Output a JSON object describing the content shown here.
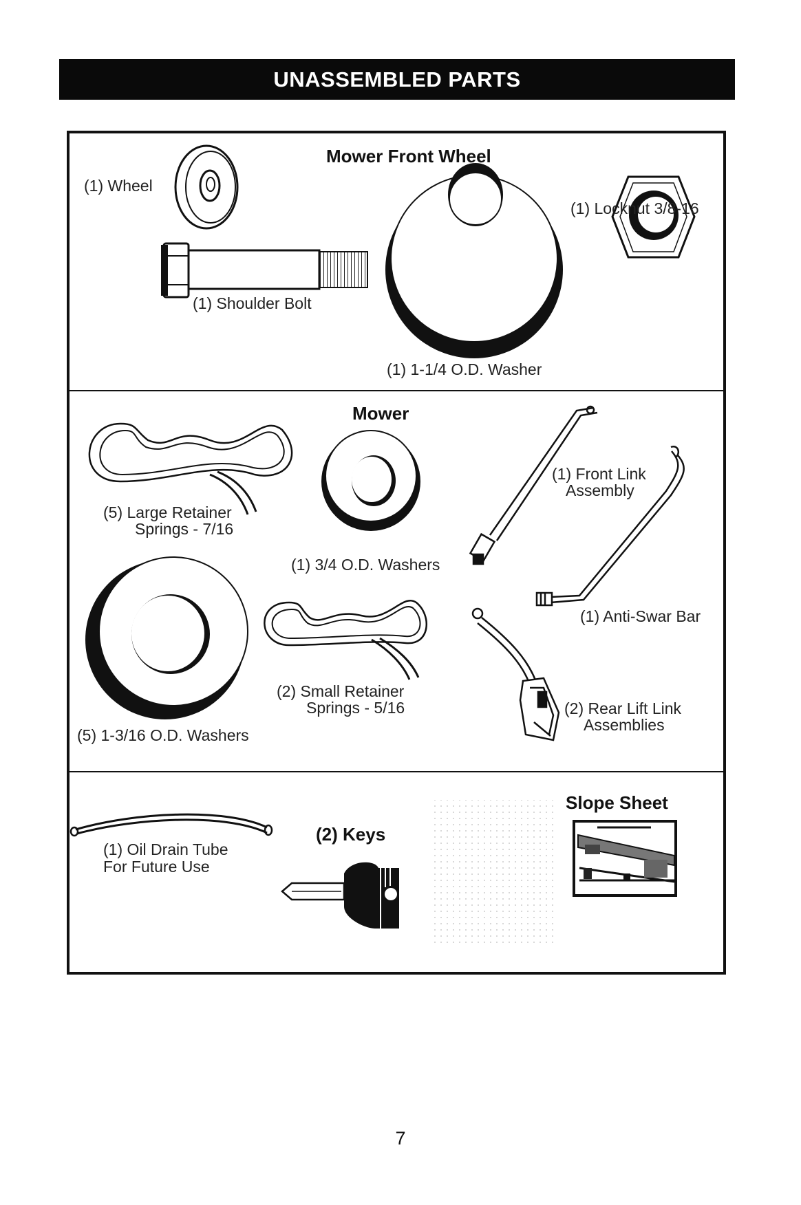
{
  "header": {
    "title": "UNASSEMBLED PARTS"
  },
  "sections": {
    "front_wheel": {
      "heading": "Mower Front Wheel",
      "wheel": "(1) Wheel",
      "shoulder_bolt": "(1) Shoulder Bolt",
      "washer": "(1) 1-1/4 O.D. Washer",
      "locknut": "(1) Locknut  3/8-16"
    },
    "mower": {
      "heading": "Mower",
      "large_springs_line1": "(5)  Large Retainer",
      "large_springs_line2": "Springs - 7/16",
      "washer_34": "(1) 3/4 O.D. Washers",
      "front_link_line1": "(1) Front Link",
      "front_link_line2": "Assembly",
      "anti_sway": "(1) Anti-Swar Bar",
      "washer_1316": "(5) 1-3/16 O.D. Washers",
      "small_springs_line1": "(2)  Small Retainer",
      "small_springs_line2": "Springs - 5/16",
      "rear_lift_line1": "(2) Rear Lift Link",
      "rear_lift_line2": "Assemblies"
    },
    "misc": {
      "oil_tube_line1": "(1) Oil Drain Tube",
      "oil_tube_line2": "For Future Use",
      "keys": "(2) Keys",
      "slope_sheet": "Slope Sheet"
    }
  },
  "page_number": "7"
}
